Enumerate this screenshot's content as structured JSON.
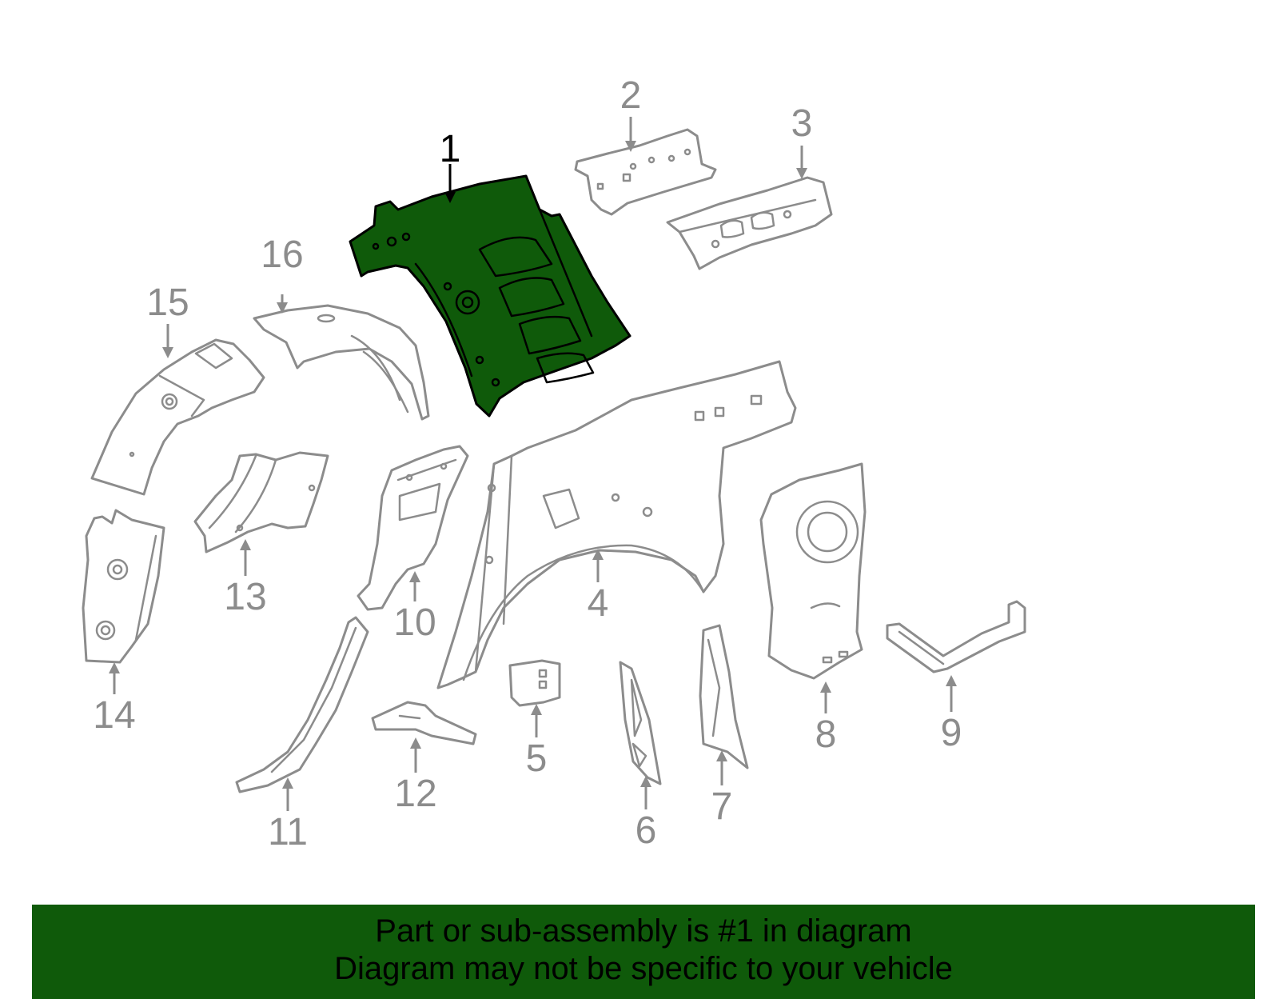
{
  "colors": {
    "highlight_fill": "#0f5a0a",
    "banner_background": "#0f5a0a",
    "outline_gray": "#8c8c8c",
    "text_black": "#000000"
  },
  "diagram": {
    "highlighted_part": "1",
    "callouts": [
      {
        "id": "1",
        "label": "1",
        "highlighted": true
      },
      {
        "id": "2",
        "label": "2",
        "highlighted": false
      },
      {
        "id": "3",
        "label": "3",
        "highlighted": false
      },
      {
        "id": "4",
        "label": "4",
        "highlighted": false
      },
      {
        "id": "5",
        "label": "5",
        "highlighted": false
      },
      {
        "id": "6",
        "label": "6",
        "highlighted": false
      },
      {
        "id": "7",
        "label": "7",
        "highlighted": false
      },
      {
        "id": "8",
        "label": "8",
        "highlighted": false
      },
      {
        "id": "9",
        "label": "9",
        "highlighted": false
      },
      {
        "id": "10",
        "label": "10",
        "highlighted": false
      },
      {
        "id": "11",
        "label": "11",
        "highlighted": false
      },
      {
        "id": "12",
        "label": "12",
        "highlighted": false
      },
      {
        "id": "13",
        "label": "13",
        "highlighted": false
      },
      {
        "id": "14",
        "label": "14",
        "highlighted": false
      },
      {
        "id": "15",
        "label": "15",
        "highlighted": false
      },
      {
        "id": "16",
        "label": "16",
        "highlighted": false
      }
    ]
  },
  "banner": {
    "line1": "Part or sub-assembly is #1 in diagram",
    "line2": "Diagram may not be specific to your vehicle"
  }
}
